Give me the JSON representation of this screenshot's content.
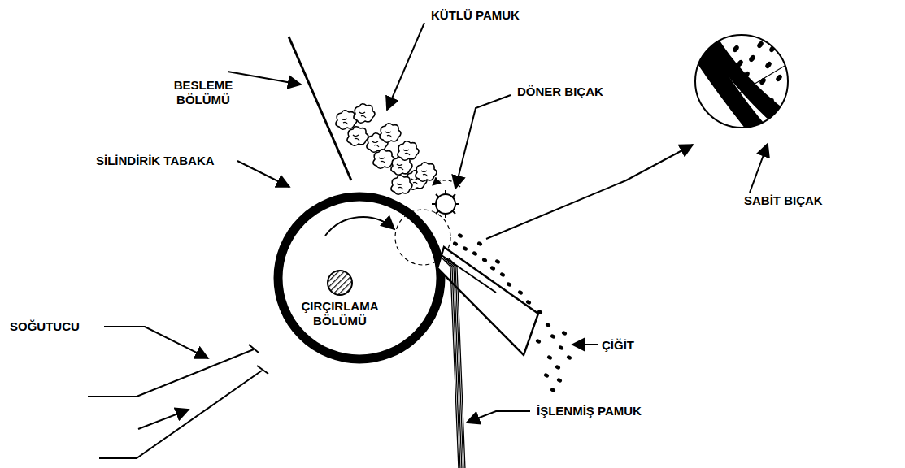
{
  "diagram": {
    "labels": [
      "KÜTLÜ PAMUK",
      "BESLEME BÖLÜMÜ",
      "DÖNER BIÇAK",
      "SİLİNDİRİK TABAKA",
      "ÇIRÇIRLAMA BÖLÜMÜ",
      "SOĞUTUCU",
      "SABİT BIÇAK",
      "ÇİĞİT",
      "İŞLENMİŞ PAMUK"
    ]
  }
}
